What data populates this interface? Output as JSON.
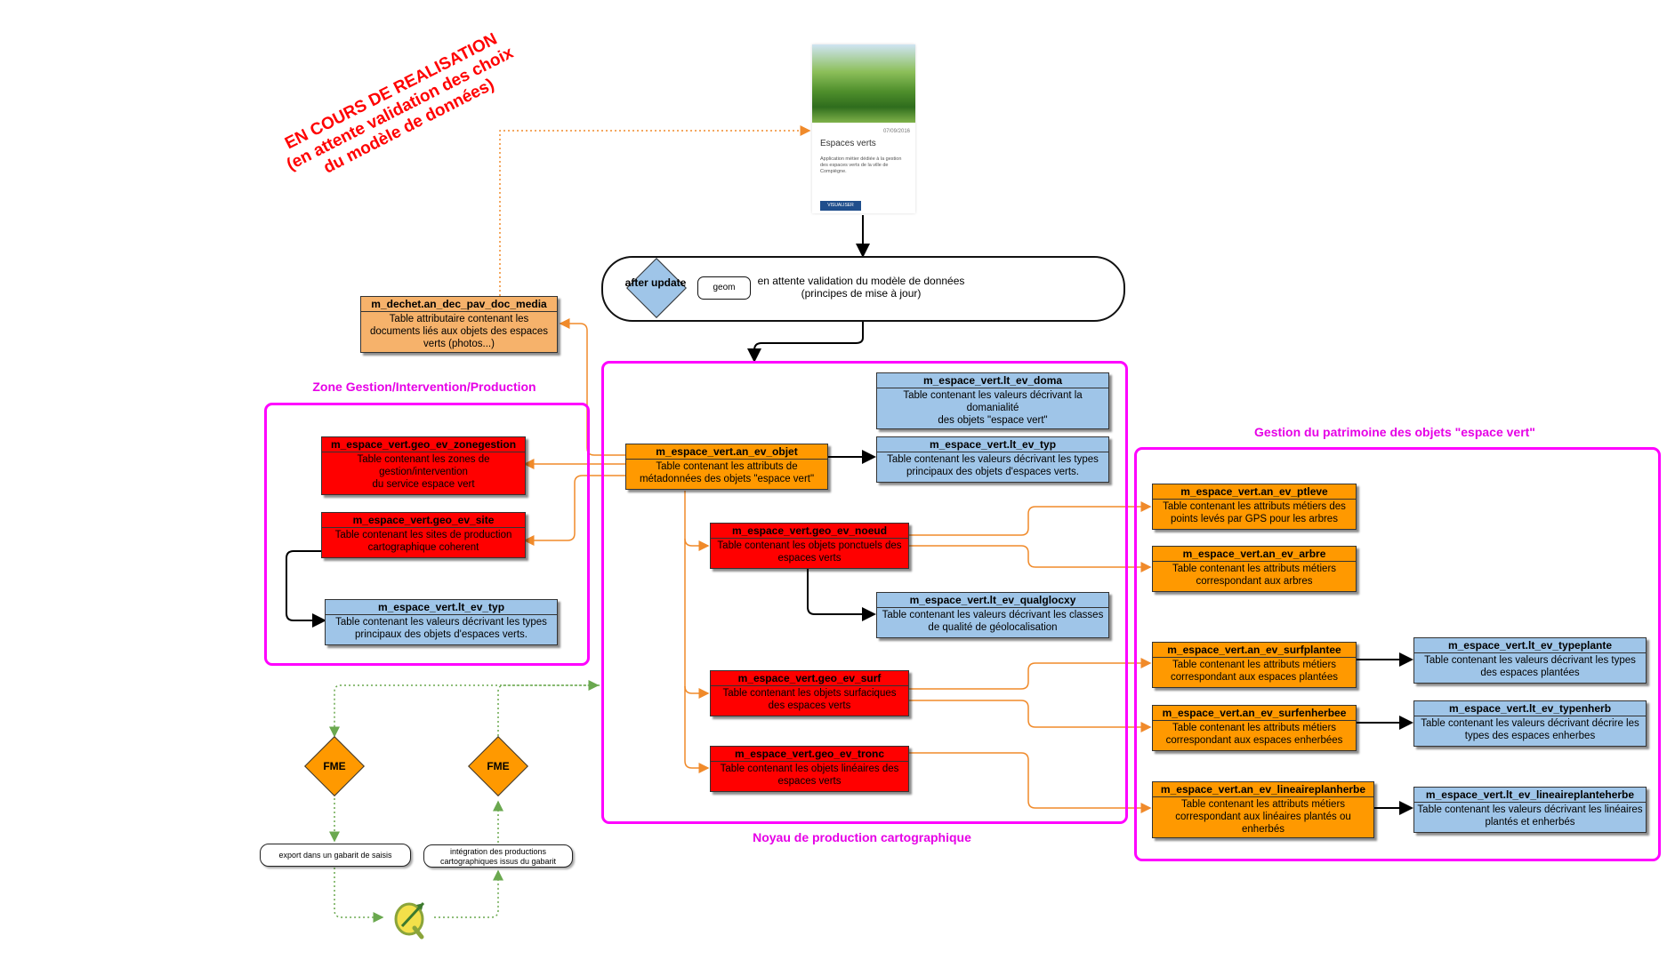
{
  "stamp": {
    "line1": "EN COURS DE REALISATION",
    "line2": "(en attente validation des choix",
    "line3": "du modèle de données)"
  },
  "app_card": {
    "date": "07/09/2016",
    "title": "Espaces verts",
    "description": "Application métier dédiée à la gestion des espaces verts de la ville de Compiègne.",
    "button": "VISUALISER"
  },
  "trigger": {
    "diamond": "after update",
    "pill": "geom",
    "text": "en attente validation du modèle de données\n(principes de mise à jour)"
  },
  "zones": {
    "gestion": "Zone Gestion/Intervention/Production",
    "noyau": "Noyau de production cartographique",
    "patrimoine": "Gestion du patrimoine des objets \"espace vert\""
  },
  "tables": {
    "doc_media": {
      "name": "m_dechet.an_dec_pav_doc_media",
      "desc": "Table attributaire contenant les documents liés aux objets des espaces verts (photos...)"
    },
    "zonegestion": {
      "name": "m_espace_vert.geo_ev_zonegestion",
      "desc": "Table contenant les zones de gestion/intervention\ndu service espace vert"
    },
    "site": {
      "name": "m_espace_vert.geo_ev_site",
      "desc": "Table contenant les sites de production cartographique coherent"
    },
    "lt_typ_left": {
      "name": "m_espace_vert.lt_ev_typ",
      "desc": "Table contenant les valeurs décrivant les types principaux des objets d'espaces verts."
    },
    "an_objet": {
      "name": "m_espace_vert.an_ev_objet",
      "desc": "Table contenant les attributs de métadonnées des objets \"espace vert\""
    },
    "lt_doma": {
      "name": "m_espace_vert.lt_ev_doma",
      "desc": "Table contenant les valeurs décrivant la domanialité\ndes objets \"espace vert\""
    },
    "lt_typ": {
      "name": "m_espace_vert.lt_ev_typ",
      "desc": "Table contenant les valeurs décrivant les types principaux des objets d'espaces verts."
    },
    "noeud": {
      "name": "m_espace_vert.geo_ev_noeud",
      "desc": "Table contenant les objets ponctuels des espaces verts"
    },
    "qualglocxy": {
      "name": "m_espace_vert.lt_ev_qualglocxy",
      "desc": "Table contenant les valeurs décrivant les classes de qualité de géolocalisation"
    },
    "surf": {
      "name": "m_espace_vert.geo_ev_surf",
      "desc": "Table contenant les objets surfaciques des espaces verts"
    },
    "tronc": {
      "name": "m_espace_vert.geo_ev_tronc",
      "desc": "Table contenant les objets linéaires des espaces verts"
    },
    "ptleve": {
      "name": "m_espace_vert.an_ev_ptleve",
      "desc": "Table contenant les attributs métiers des points levés par GPS pour les arbres"
    },
    "arbre": {
      "name": "m_espace_vert.an_ev_arbre",
      "desc": "Table contenant les attributs métiers correspondant aux arbres"
    },
    "surfplantee": {
      "name": "m_espace_vert.an_ev_surfplantee",
      "desc": "Table contenant les attributs métiers correspondant aux espaces plantées"
    },
    "surfenherbee": {
      "name": "m_espace_vert.an_ev_surfenherbee",
      "desc": "Table contenant les attributs métiers correspondant aux espaces enherbées"
    },
    "lineaireplanherbe": {
      "name": "m_espace_vert.an_ev_lineaireplanherbe",
      "desc": "Table contenant les attributs métiers correspondant aux linéaires plantés ou enherbés"
    },
    "typeplante": {
      "name": "m_espace_vert.lt_ev_typeplante",
      "desc": "Table contenant les valeurs décrivant les types des espaces plantées"
    },
    "typenherb": {
      "name": "m_espace_vert.lt_ev_typenherb",
      "desc": "Table contenant les valeurs décrivant décrire les types des espaces enherbes"
    },
    "lineaireplanteherbe": {
      "name": "m_espace_vert.lt_ev_lineaireplanteherbe",
      "desc": "Table contenant les valeurs décrivant les linéaires plantés et enherbés"
    }
  },
  "fme": {
    "left": "FME",
    "right": "FME"
  },
  "workflow": {
    "export": "export dans un gabarit de saisis",
    "integration": "intégration des productions cartographiques issus du gabarit"
  },
  "qgis_icon": "qgis-icon",
  "colors": {
    "orange": "#ff9900",
    "red": "#ff0000",
    "blue": "#9fc5e8",
    "zone": "#ff00ff",
    "stamp": "#ff0000"
  }
}
